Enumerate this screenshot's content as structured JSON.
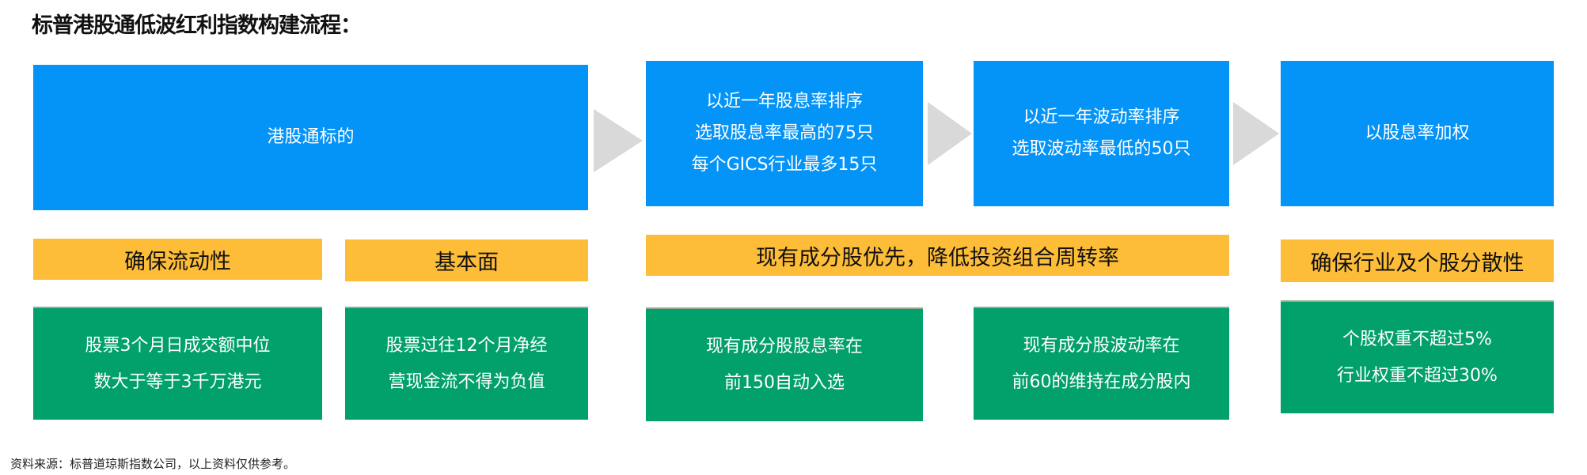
{
  "title": "标普港股通低波红利指数构建流程：",
  "colors": {
    "step": "#0493F7",
    "principle": "#FDBD38",
    "rule": "#02A06B",
    "arrow": "#D9D9D9"
  },
  "steps": [
    {
      "lines": [
        "港股通标的"
      ]
    },
    {
      "lines": [
        "以近一年股息率排序",
        "选取股息率最高的75只",
        "每个GICS行业最多15只"
      ]
    },
    {
      "lines": [
        "以近一年波动率排序",
        "选取波动率最低的50只"
      ]
    },
    {
      "lines": [
        "以股息率加权"
      ]
    }
  ],
  "principles": [
    "确保流动性",
    "基本面",
    "现有成分股优先，降低投资组合周转率",
    "确保行业及个股分散性"
  ],
  "rules": [
    {
      "lines": [
        "股票3个月日成交额中位",
        "数大于等于3千万港元"
      ]
    },
    {
      "lines": [
        "股票过往12个月净经",
        "营现金流不得为负值"
      ]
    },
    {
      "lines": [
        "现有成分股股息率在",
        "前150自动入选"
      ]
    },
    {
      "lines": [
        "现有成分股波动率在",
        "前60的维持在成分股内"
      ]
    },
    {
      "lines": [
        "个股权重不超过5%",
        "行业权重不超过30%"
      ]
    }
  ],
  "footer": "资料来源：标普道琼斯指数公司，以上资料仅供参考。"
}
